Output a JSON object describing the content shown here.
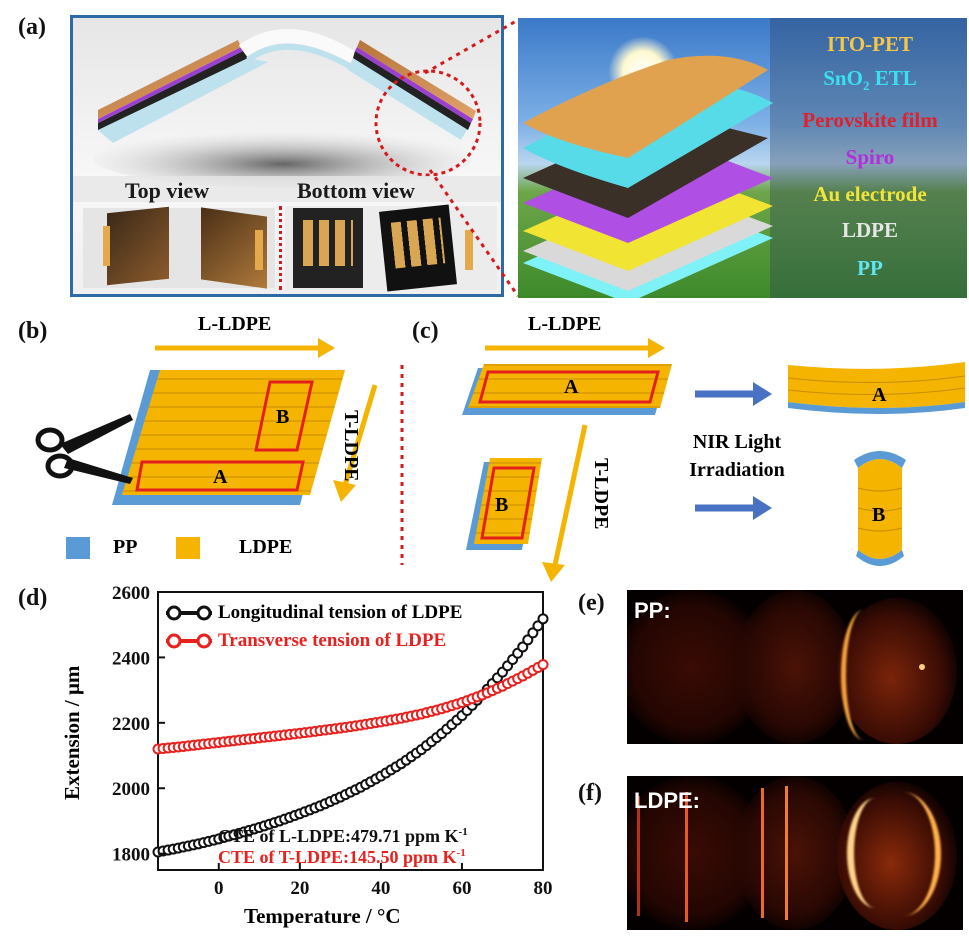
{
  "panels": {
    "a": "(a)",
    "b": "(b)",
    "c": "(c)",
    "d": "(d)",
    "e": "(e)",
    "f": "(f)"
  },
  "panel_a": {
    "top_view": "Top view",
    "bottom_view": "Bottom view",
    "layers": [
      {
        "label": "ITO-PET",
        "color": "#f7c64a"
      },
      {
        "label": "SnO",
        "sub": "2",
        "suffix": " ETL",
        "color": "#3ae0f2"
      },
      {
        "label": "Perovskite film",
        "color": "#e0202c"
      },
      {
        "label": "Spiro",
        "color": "#b02fd8"
      },
      {
        "label": "Au electrode",
        "color": "#f1e43a"
      },
      {
        "label": "LDPE",
        "color": "#e6e6e6"
      },
      {
        "label": "PP",
        "color": "#5fe6f2"
      }
    ]
  },
  "panel_b": {
    "l_arrow": "L-LDPE",
    "t_arrow": "T-LDPE",
    "region_a": "A",
    "region_b": "B",
    "legend_pp": "PP",
    "legend_ldpe": "LDPE",
    "pp_color": "#5b9bd5",
    "ldpe_color": "#f4b400"
  },
  "panel_c": {
    "l_arrow": "L-LDPE",
    "t_arrow": "T-LDPE",
    "region_a": "A",
    "region_b": "B",
    "process_line1": "NIR Light",
    "process_line2": "Irradiation"
  },
  "panel_e": {
    "title": "PP:"
  },
  "panel_f": {
    "title": "LDPE:"
  },
  "chart_data": {
    "type": "line",
    "xlabel": "Temperature / °C",
    "ylabel": "Extension / μm",
    "xlim": [
      -15,
      80
    ],
    "ylim": [
      1750,
      2600
    ],
    "xticks": [
      0,
      20,
      40,
      60,
      80
    ],
    "yticks": [
      1800,
      2000,
      2200,
      2400,
      2600
    ],
    "series": [
      {
        "name": "Longitudinal tension of LDPE",
        "color": "#111111",
        "x": [
          -15,
          -10,
          -5,
          0,
          5,
          10,
          15,
          20,
          25,
          30,
          35,
          40,
          45,
          50,
          55,
          60,
          65,
          70,
          75,
          80
        ],
        "y": [
          1805,
          1817,
          1830,
          1845,
          1862,
          1880,
          1900,
          1922,
          1946,
          1973,
          2003,
          2037,
          2075,
          2118,
          2167,
          2222,
          2285,
          2355,
          2432,
          2518
        ]
      },
      {
        "name": "Transverse tension of LDPE",
        "color": "#e8201e",
        "x": [
          -15,
          -10,
          -5,
          0,
          5,
          10,
          15,
          20,
          25,
          30,
          35,
          40,
          45,
          50,
          55,
          60,
          65,
          70,
          75,
          80
        ],
        "y": [
          2120,
          2126,
          2133,
          2140,
          2147,
          2154,
          2161,
          2168,
          2176,
          2184,
          2193,
          2203,
          2214,
          2227,
          2243,
          2262,
          2285,
          2312,
          2343,
          2378
        ]
      }
    ],
    "annotations": [
      {
        "text": "CTE of L-LDPE:479.71 ppm K",
        "sup": "-1",
        "color": "#111111"
      },
      {
        "text": "CTE of T-LDPE:145.50 ppm K",
        "sup": "-1",
        "color": "#e8201e"
      }
    ]
  }
}
